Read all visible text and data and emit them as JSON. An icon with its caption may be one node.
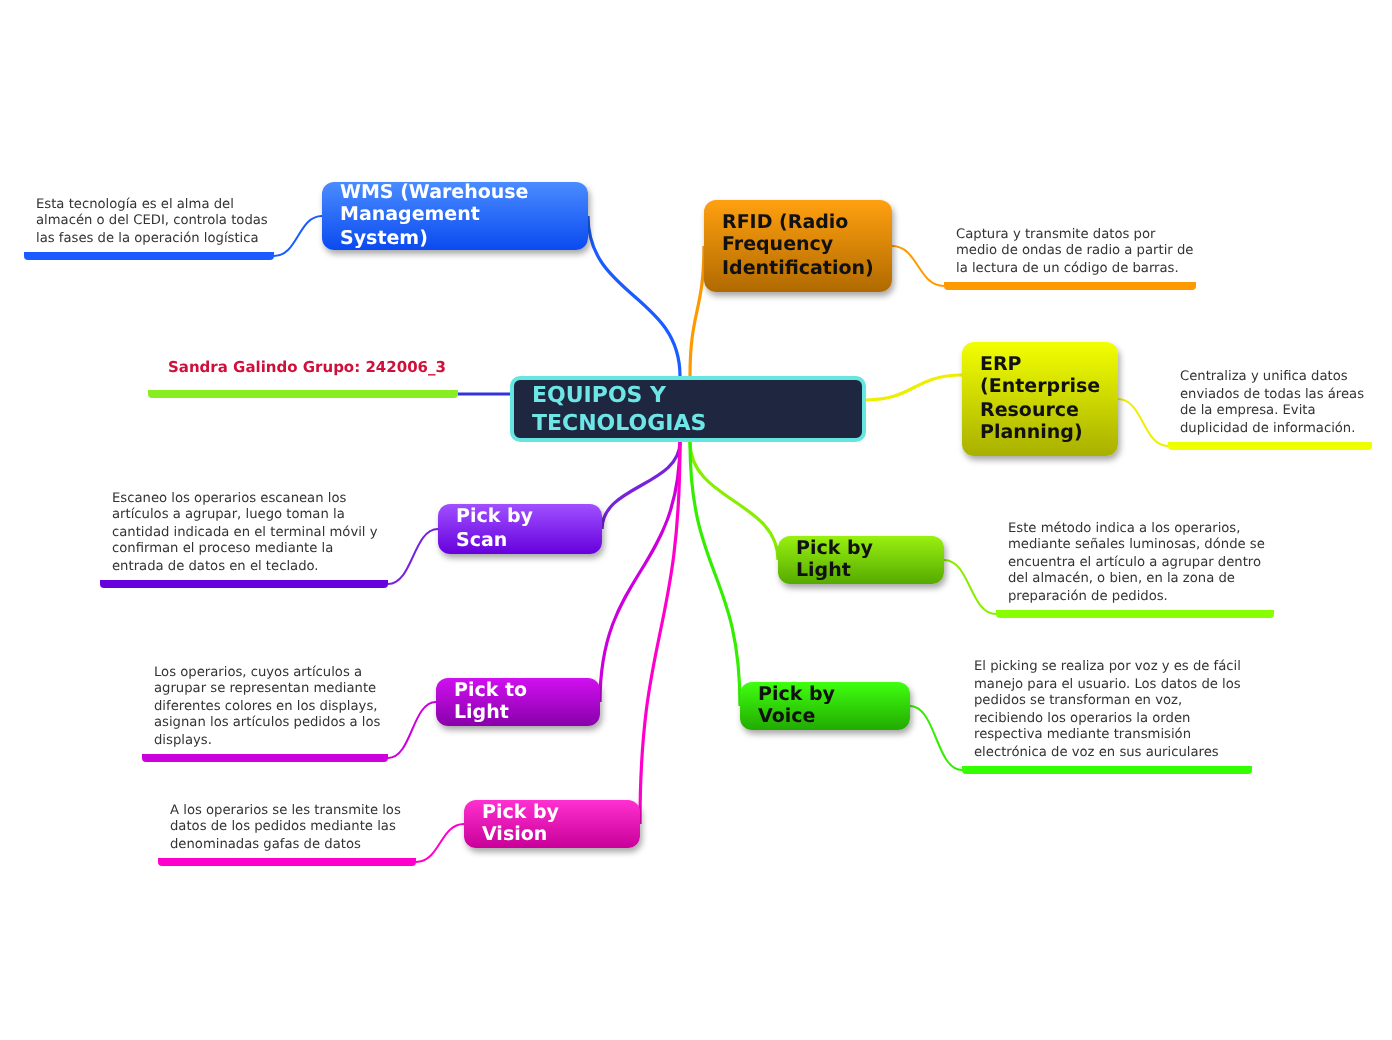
{
  "diagram": {
    "nodes": [
      {
        "text": [
          "EQUIPOS Y TECNOLOGIAS"
        ]
      },
      {
        "text": [
          "WMS (Warehouse Management System)"
        ]
      },
      {
        "text": [
          "Esta tecnología es el alma del almacén o del CEDI, controla todas las fases de la operación logística"
        ]
      },
      {
        "text": [
          "RFID (Radio Frequency Identification)"
        ]
      },
      {
        "text": [
          "Captura y transmite datos por medio de ondas de radio a partir de la lectura de un código de barras."
        ]
      },
      {
        "text": [
          "Sandra Galindo Grupo: 242006_3"
        ]
      },
      {
        "text": [
          "ERP (Enterprise Resource Planning)"
        ]
      },
      {
        "text": [
          "Centraliza y unifica datos enviados de todas las áreas de la empresa. Evita duplicidad de información."
        ]
      },
      {
        "text": [
          "Pick by Scan"
        ]
      },
      {
        "text": [
          "Escaneo los operarios escanean los artículos a agrupar, luego toman la cantidad indicada en el terminal móvil y confirman el proceso mediante la entrada de datos en el teclado."
        ]
      },
      {
        "text": [
          "Pick by Light"
        ]
      },
      {
        "text": [
          "Este método indica a los operarios, mediante señales luminosas, dónde se encuentra el artículo a agrupar dentro del almacén, o bien, en la zona de preparación de pedidos."
        ]
      },
      {
        "text": [
          "Pick to Light"
        ]
      },
      {
        "text": [
          "Los operarios, cuyos artículos a agrupar se representan mediante diferentes colores en los displays, asignan los artículos pedidos a los displays."
        ]
      },
      {
        "text": [
          "Pick by Voice"
        ]
      },
      {
        "text": [
          "El picking se realiza por voz y es de fácil manejo para el usuario. Los datos de los pedidos se transforman en voz, recibiendo los operarios la orden respectiva mediante transmisión electrónica de voz en sus auriculares"
        ]
      },
      {
        "text": [
          "Pick by Vision"
        ]
      },
      {
        "text": [
          "A los operarios se les transmite los datos de los pedidos mediante las denominadas gafas de datos"
        ]
      }
    ],
    "edges": [
      {
        "from": 0,
        "to": 1,
        "arrow": "none",
        "color": "#1a5cff"
      },
      {
        "from": 1,
        "to": 2,
        "arrow": "none",
        "color": "#1a5cff"
      },
      {
        "from": 0,
        "to": 3,
        "arrow": "none",
        "color": "#ff9900"
      },
      {
        "from": 3,
        "to": 4,
        "arrow": "none",
        "color": "#ff9900"
      },
      {
        "from": 0,
        "to": 5,
        "arrow": "none",
        "color": "#3333dd"
      },
      {
        "from": 0,
        "to": 6,
        "arrow": "none",
        "color": "#eeee00"
      },
      {
        "from": 6,
        "to": 7,
        "arrow": "none",
        "color": "#eeee00"
      },
      {
        "from": 0,
        "to": 8,
        "arrow": "none",
        "color": "#7722dd"
      },
      {
        "from": 8,
        "to": 9,
        "arrow": "none",
        "color": "#7722dd"
      },
      {
        "from": 0,
        "to": 10,
        "arrow": "none",
        "color": "#88ee00"
      },
      {
        "from": 10,
        "to": 11,
        "arrow": "none",
        "color": "#88ee00"
      },
      {
        "from": 0,
        "to": 12,
        "arrow": "none",
        "color": "#cc00dd"
      },
      {
        "from": 12,
        "to": 13,
        "arrow": "none",
        "color": "#cc00dd"
      },
      {
        "from": 0,
        "to": 14,
        "arrow": "none",
        "color": "#33ee00"
      },
      {
        "from": 14,
        "to": 15,
        "arrow": "none",
        "color": "#33ee00"
      },
      {
        "from": 0,
        "to": 16,
        "arrow": "none",
        "color": "#ff00cc"
      },
      {
        "from": 16,
        "to": 17,
        "arrow": "none",
        "color": "#ff00cc"
      }
    ]
  }
}
